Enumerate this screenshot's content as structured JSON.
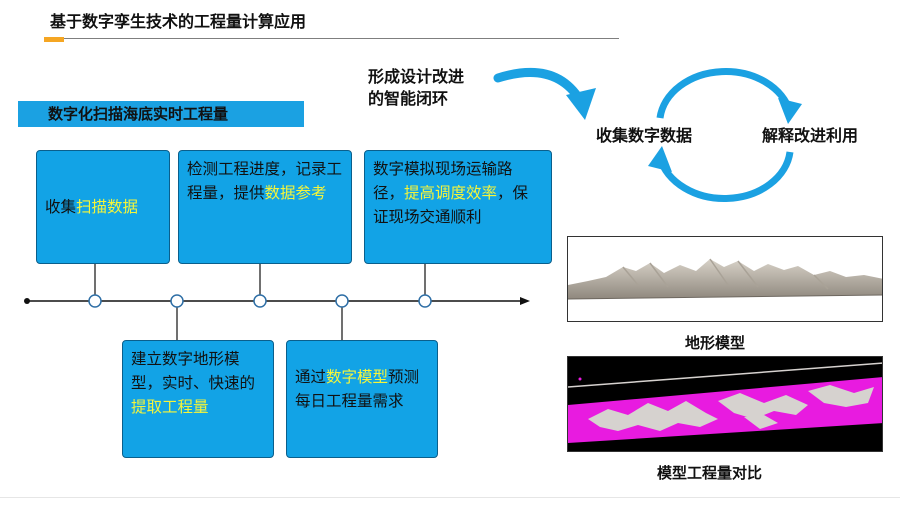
{
  "header": {
    "title": "基于数字孪生技术的工程量计算应用"
  },
  "section": {
    "banner": "数字化扫描海底实时工程量"
  },
  "timeline": {
    "top_boxes": [
      {
        "pre": "收集",
        "hl": "扫描数据",
        "post": ""
      },
      {
        "pre": "检测工程进度，记录工程量，提供",
        "hl": "数据参考",
        "post": ""
      },
      {
        "pre": "数字模拟现场运输路径，",
        "hl": "提高调度效率",
        "post": "，保证现场交通顺利"
      }
    ],
    "bottom_boxes": [
      {
        "pre": "建立数字地形模型，实时、快速的",
        "hl": "提取工程量",
        "post": ""
      },
      {
        "pre": "通过",
        "hl": "数字模型",
        "post": "预测每日工程量需求"
      }
    ]
  },
  "loop": {
    "caption_line1": "形成设计改进",
    "caption_line2": "的智能闭环",
    "left_label": "收集数字数据",
    "right_label": "解释改进利用",
    "arrow_color": "#1ba1e2"
  },
  "images": {
    "terrain_caption": "地形模型",
    "compare_caption": "模型工程量对比"
  },
  "colors": {
    "box_fill": "#12a3e6",
    "highlight": "#f5f53a",
    "accent": "#f5a623"
  }
}
